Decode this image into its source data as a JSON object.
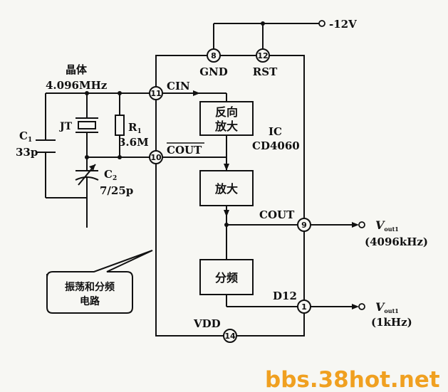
{
  "supply_label": "-12V",
  "crystal_title": "晶体",
  "crystal_freq": "4.096MHz",
  "crystal_name": "JT",
  "c1_name": "C",
  "c1_sub": "1",
  "c1_value": "33p",
  "c2_name": "C",
  "c2_sub": "2",
  "c2_value": "7/25p",
  "r1_name": "R",
  "r1_sub": "1",
  "r1_value": "3.6M",
  "ic_title": "IC",
  "ic_part": "CD4060",
  "pins": {
    "gnd": {
      "num": "8",
      "label": "GND"
    },
    "rst": {
      "num": "12",
      "label": "RST"
    },
    "cin": {
      "num": "11",
      "label": "CIN"
    },
    "cout_bar": {
      "num": "10",
      "label": "COUT"
    },
    "cout": {
      "num": "9",
      "label": "COUT"
    },
    "d12": {
      "num": "1",
      "label": "D12"
    },
    "vdd": {
      "num": "14",
      "label": "VDD"
    }
  },
  "blocks": {
    "inv_amp_line1": "反向",
    "inv_amp_line2": "放大",
    "amp": "放大",
    "divider": "分频"
  },
  "out1": {
    "name": "V",
    "sub": "out1",
    "freq": "(4096kHz)"
  },
  "out2": {
    "name": "V",
    "sub": "out1",
    "freq": "(1kHz)"
  },
  "callout_line1": "振荡和分频",
  "callout_line2": "电路",
  "watermark": "bbs.38hot.net"
}
